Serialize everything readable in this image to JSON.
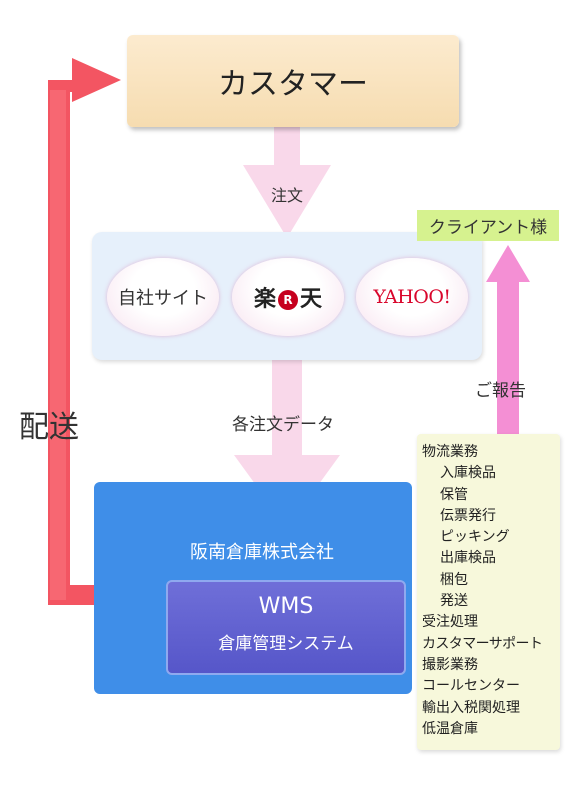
{
  "customer": "カスタマー",
  "labels": {
    "order": "注文",
    "order_data": "各注文データ",
    "delivery": "配送",
    "report": "ご報告"
  },
  "channels": {
    "own_site": "自社サイト",
    "rakuten": {
      "part1": "楽",
      "badge": "R",
      "part2": "天"
    },
    "yahoo": "YAHOO!"
  },
  "client": "クライアント様",
  "warehouse": {
    "name": "阪南倉庫株式会社",
    "wms_title": "WMS",
    "wms_subtitle": "倉庫管理システム"
  },
  "services": [
    "物流業務",
    "入庫検品",
    "保管",
    "伝票発行",
    "ピッキング",
    "出庫検品",
    "梱包",
    "発送",
    "受注処理",
    "カスタマーサポート",
    "撮影業務",
    "コールセンター",
    "輸出入税関処理",
    "低温倉庫"
  ],
  "colors": {
    "delivery_arrow": "#f35562",
    "flow_arrow": "#f9d8ea",
    "report_arrow": "#f48fd4",
    "warehouse": "#3f8ee8",
    "wms": "#5656c9",
    "customer": "#fbe5c1",
    "client": "#d6f28f"
  }
}
